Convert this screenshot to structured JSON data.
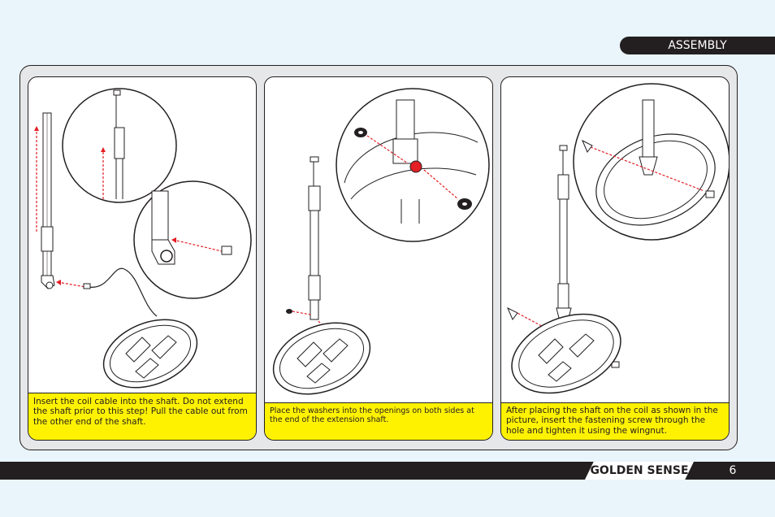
{
  "header": {
    "section_label": "ASSEMBLY"
  },
  "panels": [
    {
      "caption": "Insert the coil cable into the shaft. Do not extend the shaft prior to this step! Pull the cable out from the other end of the shaft."
    },
    {
      "caption": "Place the washers into the openings on both sides at the end of the extension shaft."
    },
    {
      "caption": "After placing the shaft on the coil as shown in the picture, insert the fastening screw through the hole and tighten it using the wingnut."
    }
  ],
  "footer": {
    "brand": "GOLDEN SENSE",
    "page_number": "6"
  },
  "colors": {
    "accent": "#fff200",
    "dark": "#231f20",
    "arrow": "#e31e24",
    "background": "#e9f4fb"
  }
}
